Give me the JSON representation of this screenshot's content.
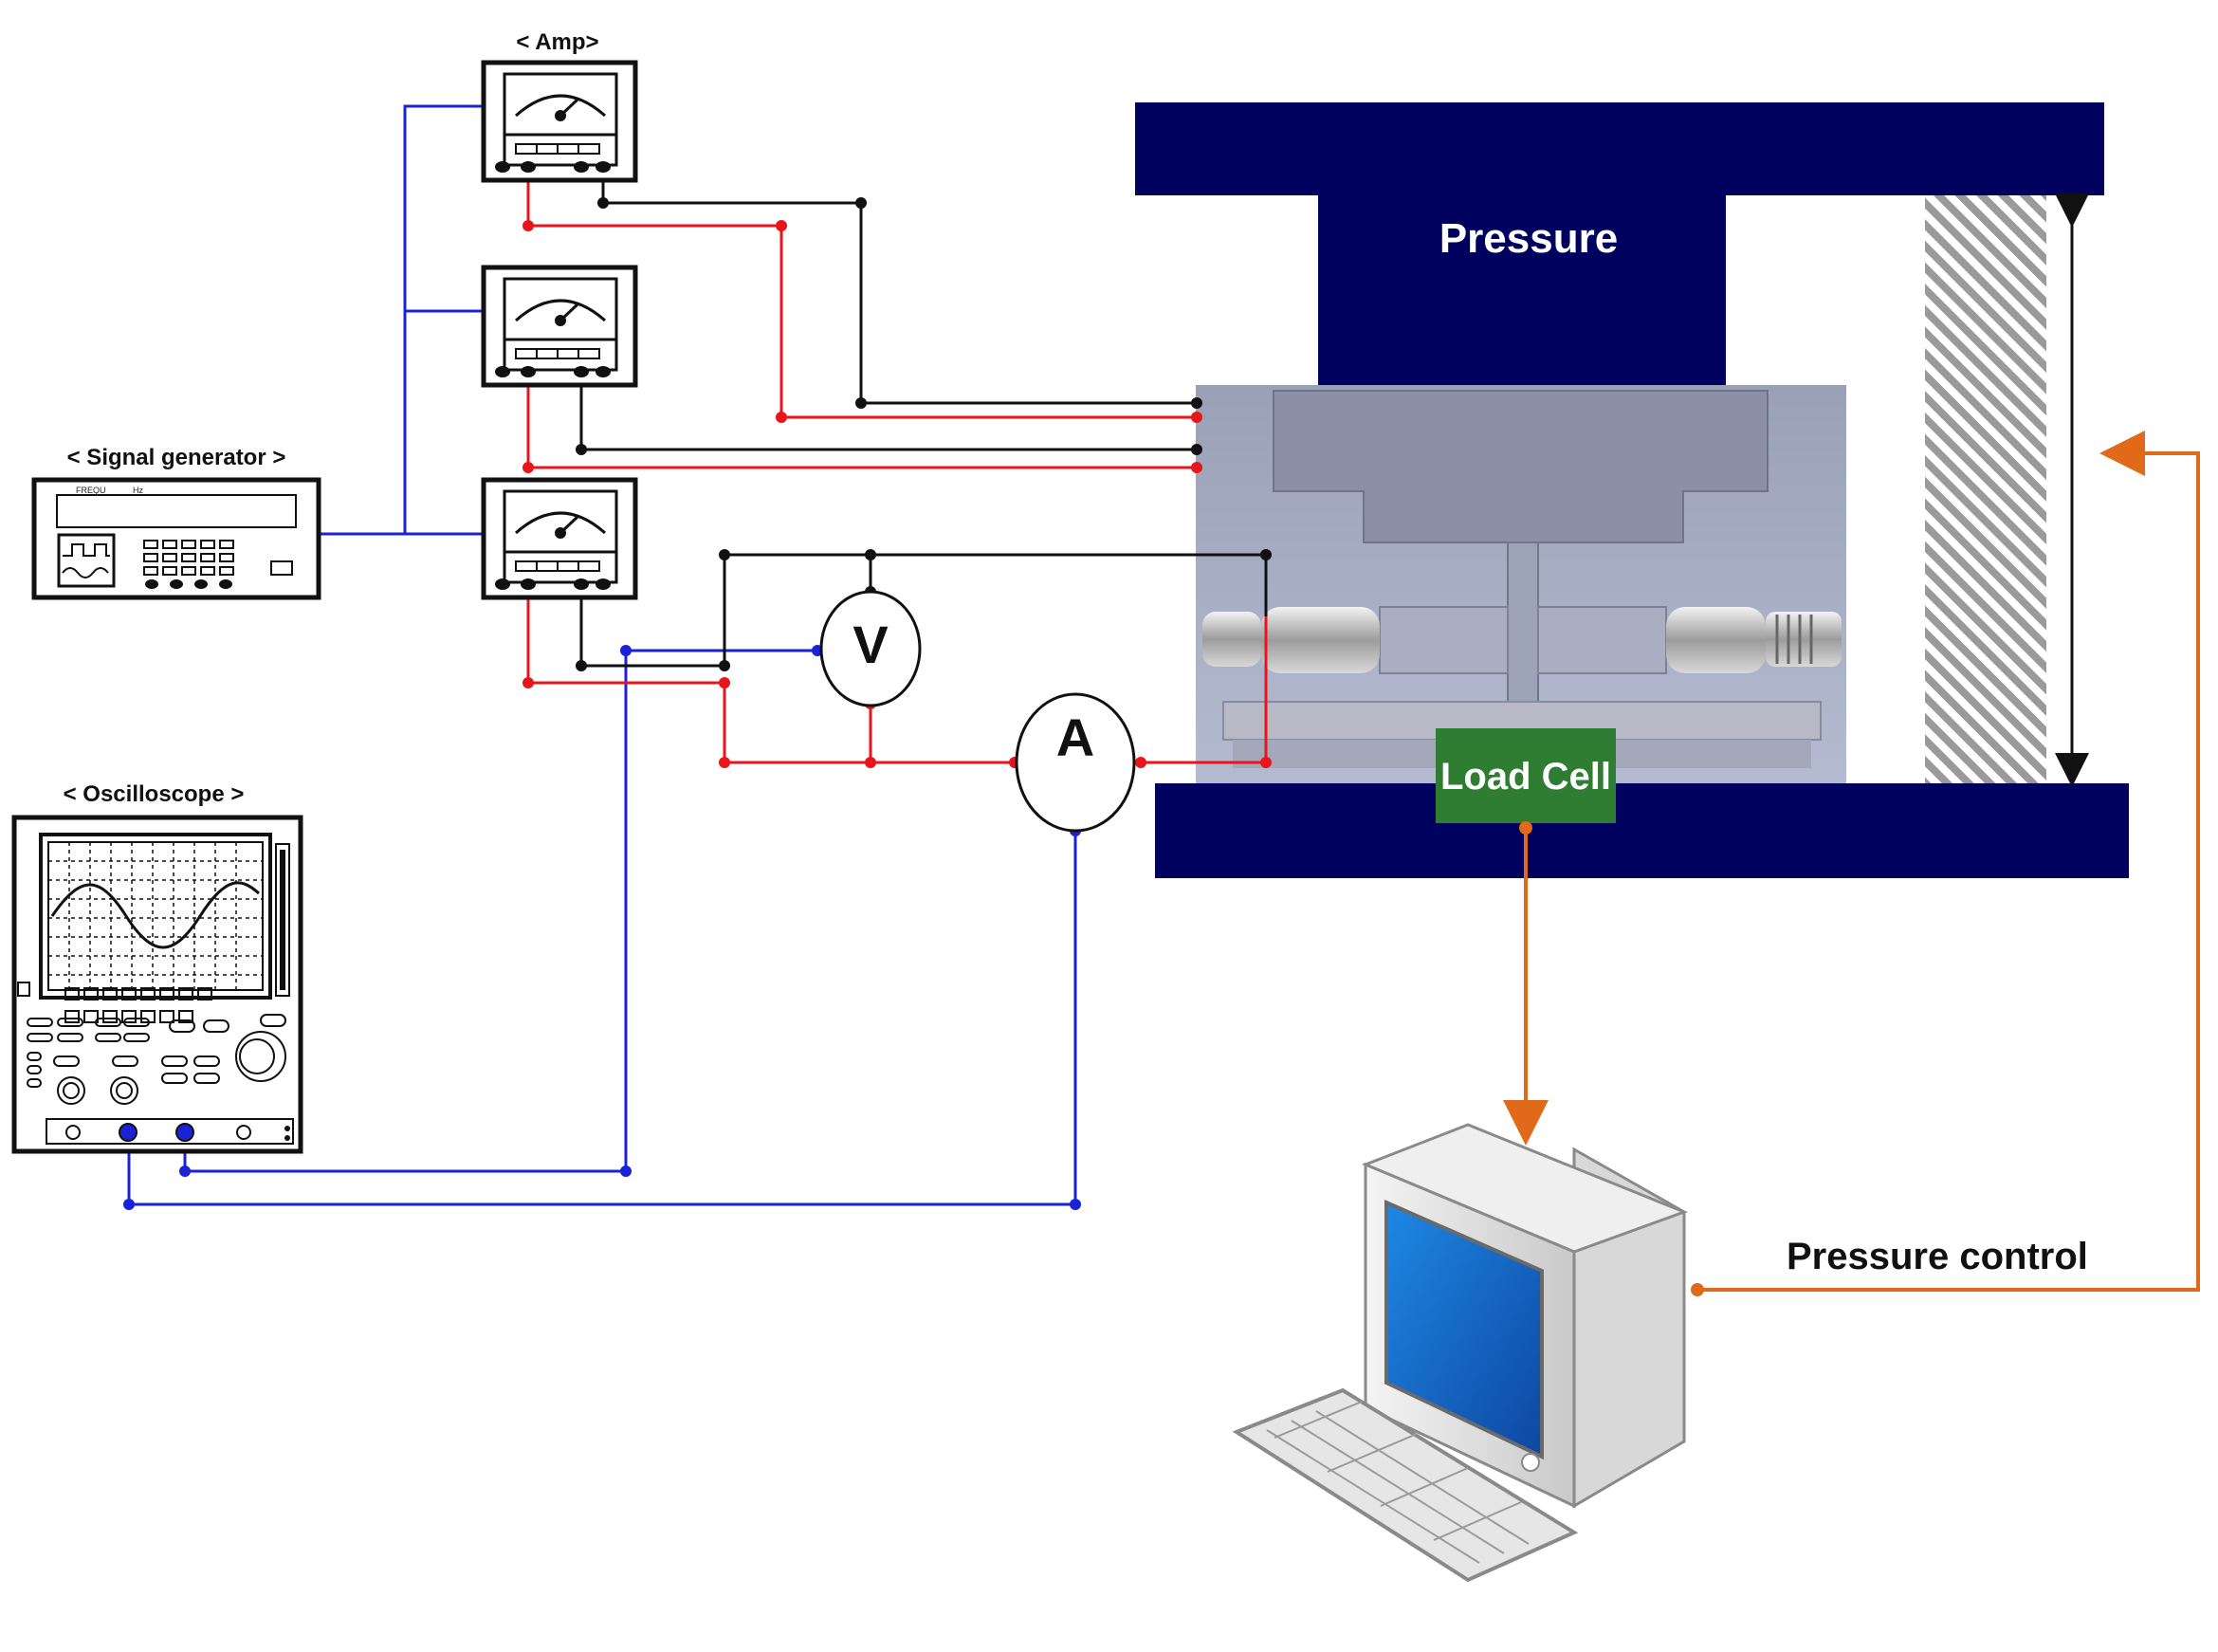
{
  "labels": {
    "amp": "< Amp>",
    "signal_generator": "< Signal generator >",
    "oscilloscope": "< Oscilloscope >",
    "voltmeter": "V",
    "ammeter": "A",
    "pressure": "Pressure",
    "load_cell": "Load Cell",
    "pressure_control": "Pressure control",
    "generator_small_left": "FREQU",
    "generator_small_right": "Hz"
  },
  "colors": {
    "press_navy": "#00005f",
    "load_cell_green": "#2e7d32",
    "wire_red": "#e8151b",
    "wire_black": "#111111",
    "wire_blue": "#1a22d6",
    "control_orange": "#e06a1a"
  },
  "icons": {
    "amp_meter": "analog-amplifier-icon",
    "signal_generator": "function-generator-icon",
    "oscilloscope": "oscilloscope-icon",
    "computer": "desktop-computer-icon"
  }
}
